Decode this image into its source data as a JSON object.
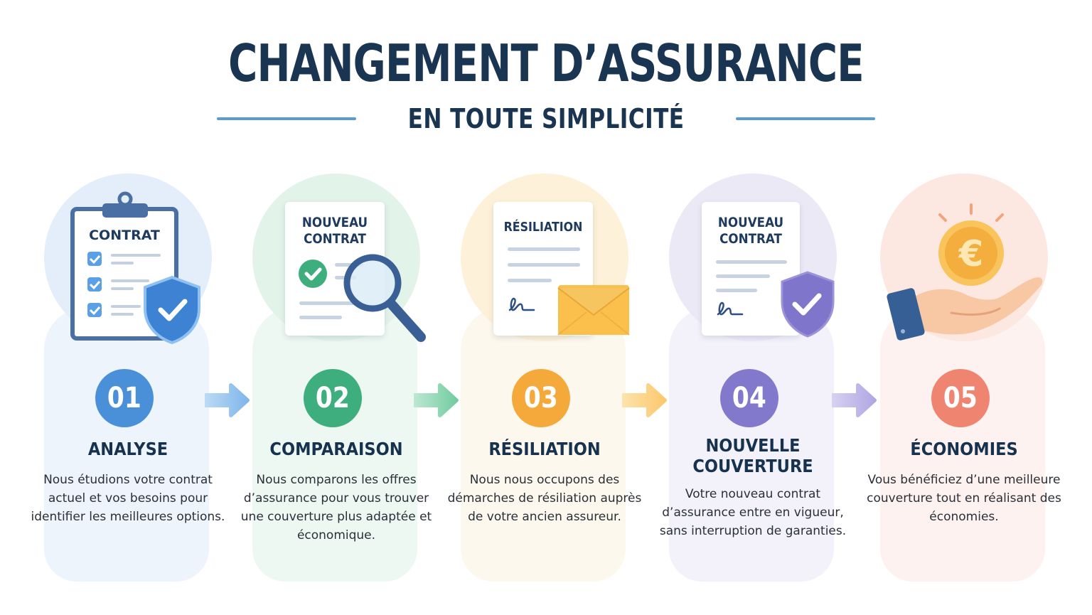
{
  "header": {
    "title": "CHANGEMENT D’ASSURANCE",
    "subtitle": "EN TOUTE SIMPLICITÉ",
    "rule_color": "#5b9bd5"
  },
  "steps": [
    {
      "number": "01",
      "title": "ANALYSE",
      "description": "Nous étudions votre contrat actuel et vos besoins pour identifier les meilleures options.",
      "illustration": {
        "doc_label": "CONTRAT",
        "icons": [
          "clipboard-icon",
          "checkbox-icon",
          "shield-check-icon"
        ]
      },
      "color": "#4a90d9",
      "bubble_color": "#e3eefa",
      "card_color": "#eef4fb"
    },
    {
      "number": "02",
      "title": "COMPARAISON",
      "description": "Nous comparons les offres d’assurance pour vous trouver une couverture plus adaptée et économique.",
      "illustration": {
        "doc_label_line1": "NOUVEAU",
        "doc_label_line2": "CONTRAT",
        "icons": [
          "document-icon",
          "check-circle-icon",
          "magnifier-icon"
        ]
      },
      "color": "#3fae7e",
      "bubble_color": "#e2f3ea",
      "card_color": "#eef8f2"
    },
    {
      "number": "03",
      "title": "RÉSILIATION",
      "description": "Nous nous occupons des démarches de résiliation auprès de votre ancien assureur.",
      "illustration": {
        "doc_label": "RÉSILIATION",
        "icons": [
          "document-icon",
          "signature-icon",
          "envelope-icon"
        ]
      },
      "color": "#f5a93a",
      "bubble_color": "#fdf1d9",
      "card_color": "#fdf8ed"
    },
    {
      "number": "04",
      "title_line1": "NOUVELLE",
      "title_line2": "COUVERTURE",
      "description": "Votre nouveau contrat d’assurance entre en vigueur, sans interruption de garanties.",
      "illustration": {
        "doc_label_line1": "NOUVEAU",
        "doc_label_line2": "CONTRAT",
        "icons": [
          "document-icon",
          "signature-icon",
          "shield-check-icon"
        ]
      },
      "color": "#8379cc",
      "bubble_color": "#ece9f7",
      "card_color": "#f3f2fa"
    },
    {
      "number": "05",
      "title": "ÉCONOMIES",
      "description": "Vous bénéficiez d’une meilleure couverture tout en réalisant des économies.",
      "illustration": {
        "coin_symbol": "€",
        "icons": [
          "euro-coin-icon",
          "open-hand-icon"
        ]
      },
      "color": "#ef8570",
      "bubble_color": "#fde7e1",
      "card_color": "#fdf2ef"
    }
  ],
  "arrows": [
    {
      "from": "01",
      "to": "02",
      "color": "#7db5ea"
    },
    {
      "from": "02",
      "to": "03",
      "color": "#6fcb9e"
    },
    {
      "from": "03",
      "to": "04",
      "color": "#fbc76a"
    },
    {
      "from": "04",
      "to": "05",
      "color": "#aea5e2"
    }
  ]
}
